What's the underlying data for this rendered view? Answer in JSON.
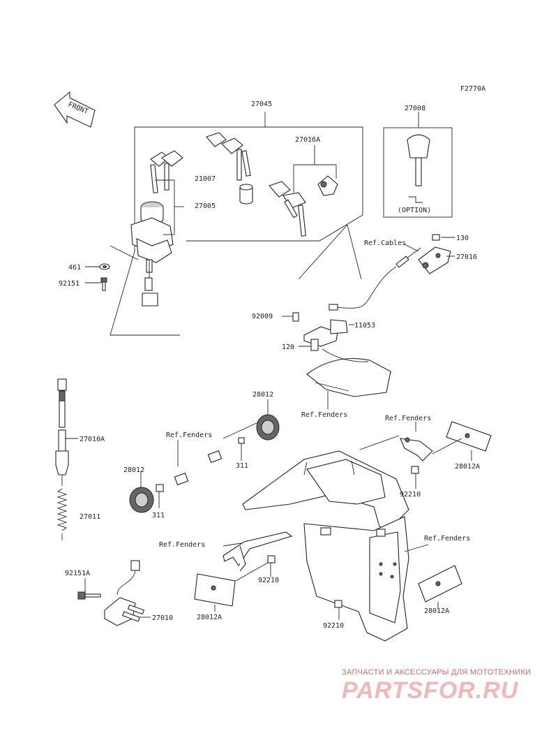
{
  "figure_id": "F2770A",
  "front_label": "FRONT",
  "option_label": "(OPTION)",
  "part_numbers": {
    "p27045": "27045",
    "p27016A": "27016A",
    "p21007": "21007",
    "p27005": "27005",
    "p461": "461",
    "p92151": "92151",
    "p27008": "27008",
    "p130": "130",
    "p27016": "27016",
    "p92009": "92009",
    "p11053": "11053",
    "p120": "120",
    "p28012_top": "28012",
    "p27010A": "27010A",
    "p311_top": "311",
    "p28012_left": "28012",
    "p311_left": "311",
    "p27011": "27011",
    "p28012A_right": "28012A",
    "p92210_right": "92210",
    "p92151A": "92151A",
    "p92210_mid": "92210",
    "p28012A_left": "28012A",
    "p27010": "27010",
    "p28012A_bottom": "28012A",
    "p92210_bottom": "92210"
  },
  "references": {
    "ref_cables": "Ref.Cables",
    "ref_fenders_mid": "Ref.Fenders",
    "ref_fenders_top": "Ref.Fenders",
    "ref_fenders_right": "Ref.Fenders",
    "ref_fenders_left": "Ref.Fenders",
    "ref_fenders_far_right": "Ref.Fenders"
  },
  "watermark": {
    "caption": "ЗАПЧАСТИ И АКСЕССУАРЫ ДЛЯ МОТОТЕХНИКИ",
    "brand": "PARTSFOR.RU"
  },
  "colors": {
    "line": "#222222",
    "watermark_caption": "#d06a6a",
    "watermark_brand": "#f2b8b8"
  }
}
